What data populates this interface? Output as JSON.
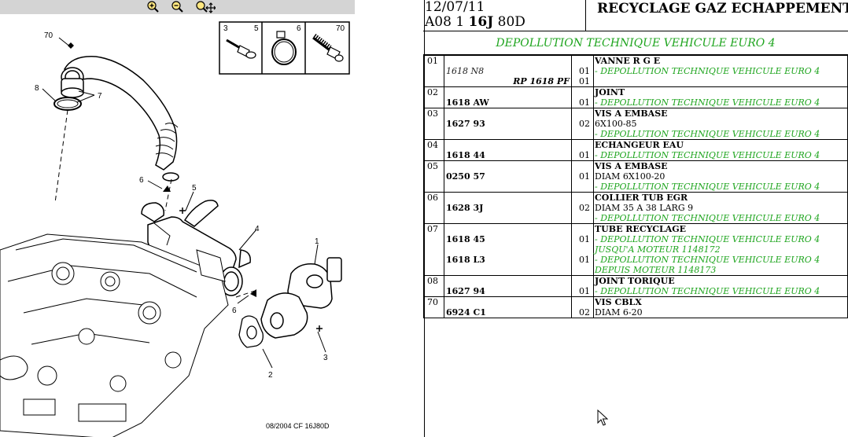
{
  "toolbar": {
    "zoom_in": "zoom-in-icon",
    "zoom_out": "zoom-out-icon",
    "zoom_fit": "zoom-fit-icon"
  },
  "diagram": {
    "callouts": [
      "70",
      "8",
      "7",
      "6",
      "5",
      "4",
      "1",
      "6",
      "2",
      "3"
    ],
    "inset_labels": [
      "3",
      "5",
      "6",
      "70"
    ],
    "caption": "08/2004   CF 16J80D"
  },
  "header": {
    "date": "12/07/11",
    "code_prefix": "A08 1 ",
    "code_bold": "16J",
    "code_suffix": " 80D",
    "title": "RECYCLAGE GAZ ECHAPPEMENT",
    "subtitle": "DEPOLLUTION TECHNIQUE VEHICULE EURO 4"
  },
  "parts": [
    {
      "num": "01",
      "lines": [
        {
          "ref": "",
          "qty": "",
          "name": "VANNE R G E"
        },
        {
          "ref_i": "1618 N8",
          "qty": "01",
          "green": "- DEPOLLUTION TECHNIQUE VEHICULE EURO 4"
        },
        {
          "ref_rp": "RP 1618 PF",
          "qty": "01"
        }
      ]
    },
    {
      "num": "02",
      "lines": [
        {
          "name": "JOINT"
        },
        {
          "ref": "1618 AW",
          "qty": "01",
          "green": "- DEPOLLUTION TECHNIQUE VEHICULE EURO 4"
        }
      ]
    },
    {
      "num": "03",
      "lines": [
        {
          "name": "VIS A EMBASE"
        },
        {
          "ref": "1627 93",
          "qty": "02",
          "plain": "6X100-85"
        },
        {
          "green": "- DEPOLLUTION TECHNIQUE VEHICULE EURO 4"
        }
      ]
    },
    {
      "num": "04",
      "lines": [
        {
          "name": "ECHANGEUR EAU"
        },
        {
          "ref": "1618 44",
          "qty": "01",
          "green": "- DEPOLLUTION TECHNIQUE VEHICULE EURO 4"
        }
      ]
    },
    {
      "num": "05",
      "lines": [
        {
          "name": "VIS A EMBASE"
        },
        {
          "ref": "0250 57",
          "qty": "01",
          "plain": "DIAM 6X100-20"
        },
        {
          "green": "- DEPOLLUTION TECHNIQUE VEHICULE EURO 4"
        }
      ]
    },
    {
      "num": "06",
      "lines": [
        {
          "name": "COLLIER TUB EGR"
        },
        {
          "ref": "1628 3J",
          "qty": "02",
          "plain": "DIAM 35 A 38 LARG 9"
        },
        {
          "green": "- DEPOLLUTION TECHNIQUE VEHICULE EURO 4"
        }
      ]
    },
    {
      "num": "07",
      "lines": [
        {
          "name": "TUBE RECYCLAGE"
        },
        {
          "ref": "1618 45",
          "qty": "01",
          "green": "- DEPOLLUTION TECHNIQUE VEHICULE EURO 4"
        },
        {
          "green": "JUSQU'A MOTEUR 1148172"
        },
        {
          "ref": "1618 L3",
          "qty": "01",
          "green": "- DEPOLLUTION TECHNIQUE VEHICULE EURO 4"
        },
        {
          "green": "DEPUIS MOTEUR 1148173"
        }
      ]
    },
    {
      "num": "08",
      "lines": [
        {
          "name": "JOINT TORIQUE"
        },
        {
          "ref": "1627 94",
          "qty": "01",
          "green": "- DEPOLLUTION TECHNIQUE VEHICULE EURO 4"
        }
      ]
    },
    {
      "num": "70",
      "lines": [
        {
          "name": "VIS CBLX"
        },
        {
          "ref": "6924 C1",
          "qty": "02",
          "plain": "DIAM 6-20"
        }
      ]
    }
  ]
}
